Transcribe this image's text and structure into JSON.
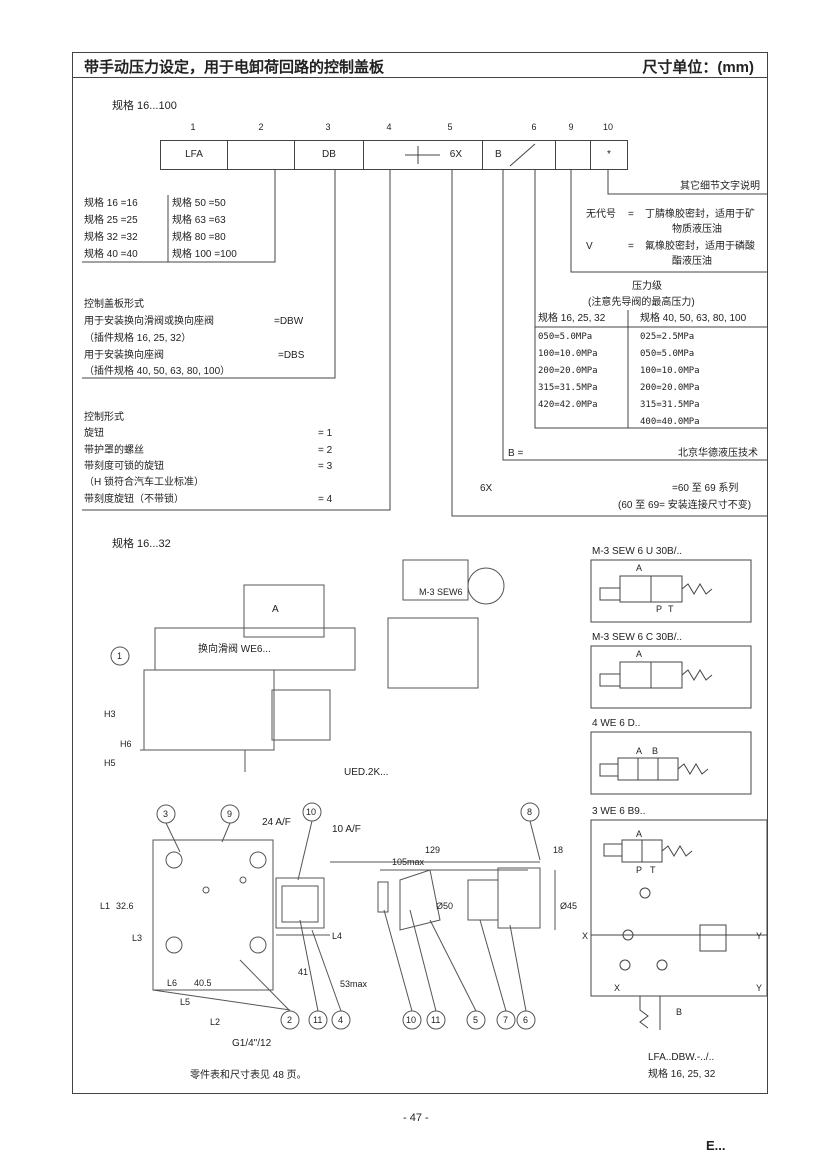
{
  "header": {
    "title": "带手动压力设定，用于电卸荷回路的控制盖板",
    "unit": "尺寸单位：(mm)"
  },
  "spec_top": "规格 16...100",
  "order_code": {
    "positions": [
      "1",
      "2",
      "3",
      "4",
      "5",
      "6",
      "9",
      "10"
    ],
    "cells": [
      "LFA",
      "",
      "DB",
      "",
      "6X",
      "B",
      "",
      "*"
    ]
  },
  "size_table": {
    "left": [
      "规格 16 =16",
      "规格 25 =25",
      "规格 32 =32",
      "规格 40 =40"
    ],
    "right": [
      "规格 50   =50",
      "规格 63   =63",
      "规格 80   =80",
      "规格 100  =100"
    ]
  },
  "other_details": "其它细节文字说明",
  "seals": {
    "none_code": "无代号",
    "eq": "=",
    "none_desc_1": "丁腈橡胶密封，适用于矿",
    "none_desc_2": "物质液压油",
    "v_code": "V",
    "v_desc_1": "氟橡胶密封，适用于磷酸",
    "v_desc_2": "酯液压油"
  },
  "pressure": {
    "title": "压力级",
    "note": "(注意先导阀的最高压力)",
    "col_a_head": "规格 16, 25, 32",
    "col_b_head": "规格 40, 50, 63, 80, 100",
    "col_a": [
      "050=5.0MPa",
      "100=10.0MPa",
      "200=20.0MPa",
      "315=31.5MPa",
      "420=42.0MPa"
    ],
    "col_b": [
      "025=2.5MPa",
      "050=5.0MPa",
      "100=10.0MPa",
      "200=20.0MPa",
      "315=31.5MPa",
      "400=40.0MPa"
    ]
  },
  "cover_type": {
    "title": "控制盖板形式",
    "l1": "用于安装换向滑阀或换向座阀",
    "l1_code": "=DBW",
    "l2": "（插件规格 16, 25, 32）",
    "l3": "用于安装换向座阀",
    "l3_code": "=DBS",
    "l4": "（插件规格 40, 50, 63, 80, 100）"
  },
  "control_form": {
    "title": "控制形式",
    "items": [
      {
        "label": "旋钮",
        "code": "= 1"
      },
      {
        "label": "带护罩的螺丝",
        "code": "= 2"
      },
      {
        "label": "带刻度可锁的旋钮",
        "code": "= 3"
      },
      {
        "label": "（H 锁符合汽车工业标准）",
        "code": ""
      },
      {
        "label": "带刻度旋钮（不带锁）",
        "code": "= 4"
      }
    ]
  },
  "b_line": {
    "code": "B =",
    "desc": "北京华德液压技术"
  },
  "series_line": {
    "code": "6X",
    "desc": "=60 至 69 系列",
    "note": "(60 至 69= 安装连接尺寸不变)"
  },
  "spec_bottom": "规格 16...32",
  "drawing": {
    "valve_label": "换向滑阀 WE6...",
    "m3_label": "M-3 SEW6",
    "box_a": "A",
    "callouts": [
      "1",
      "3",
      "9",
      "10",
      "8",
      "2",
      "11",
      "4",
      "10",
      "11",
      "5",
      "7",
      "6"
    ],
    "dims": {
      "af24": "24 A/F",
      "af10": "10 A/F",
      "d129": "129",
      "d105": "105max",
      "d18": "18",
      "d41": "41",
      "d53": "53max",
      "d405": "40.5",
      "d326": "32.6",
      "l1": "L1",
      "l2": "L2",
      "l3": "L3",
      "l4": "L4",
      "l5": "L5",
      "l6": "L6",
      "h3": "H3",
      "h5": "H5",
      "h6": "H6",
      "d50": "Ø50",
      "d45": "Ø45",
      "g14": "G1/4\"/12",
      "ued": "UED.2K..."
    },
    "symbol_labels": [
      "M-3 SEW 6 U 30B/..",
      "M-3 SEW 6 C 30B/..",
      "4 WE 6 D..",
      "3 WE 6 B9.."
    ],
    "port_a": "A",
    "port_b": "B",
    "port_p": "P",
    "port_t": "T",
    "port_x": "X",
    "port_y": "Y"
  },
  "bottom_note": "零件表和尺寸表见 48 页。",
  "bottom_right_1": "LFA..DBW.-../..",
  "bottom_right_2": "规格 16, 25, 32",
  "page_number": "- 47 -",
  "corner_mark": "E..."
}
